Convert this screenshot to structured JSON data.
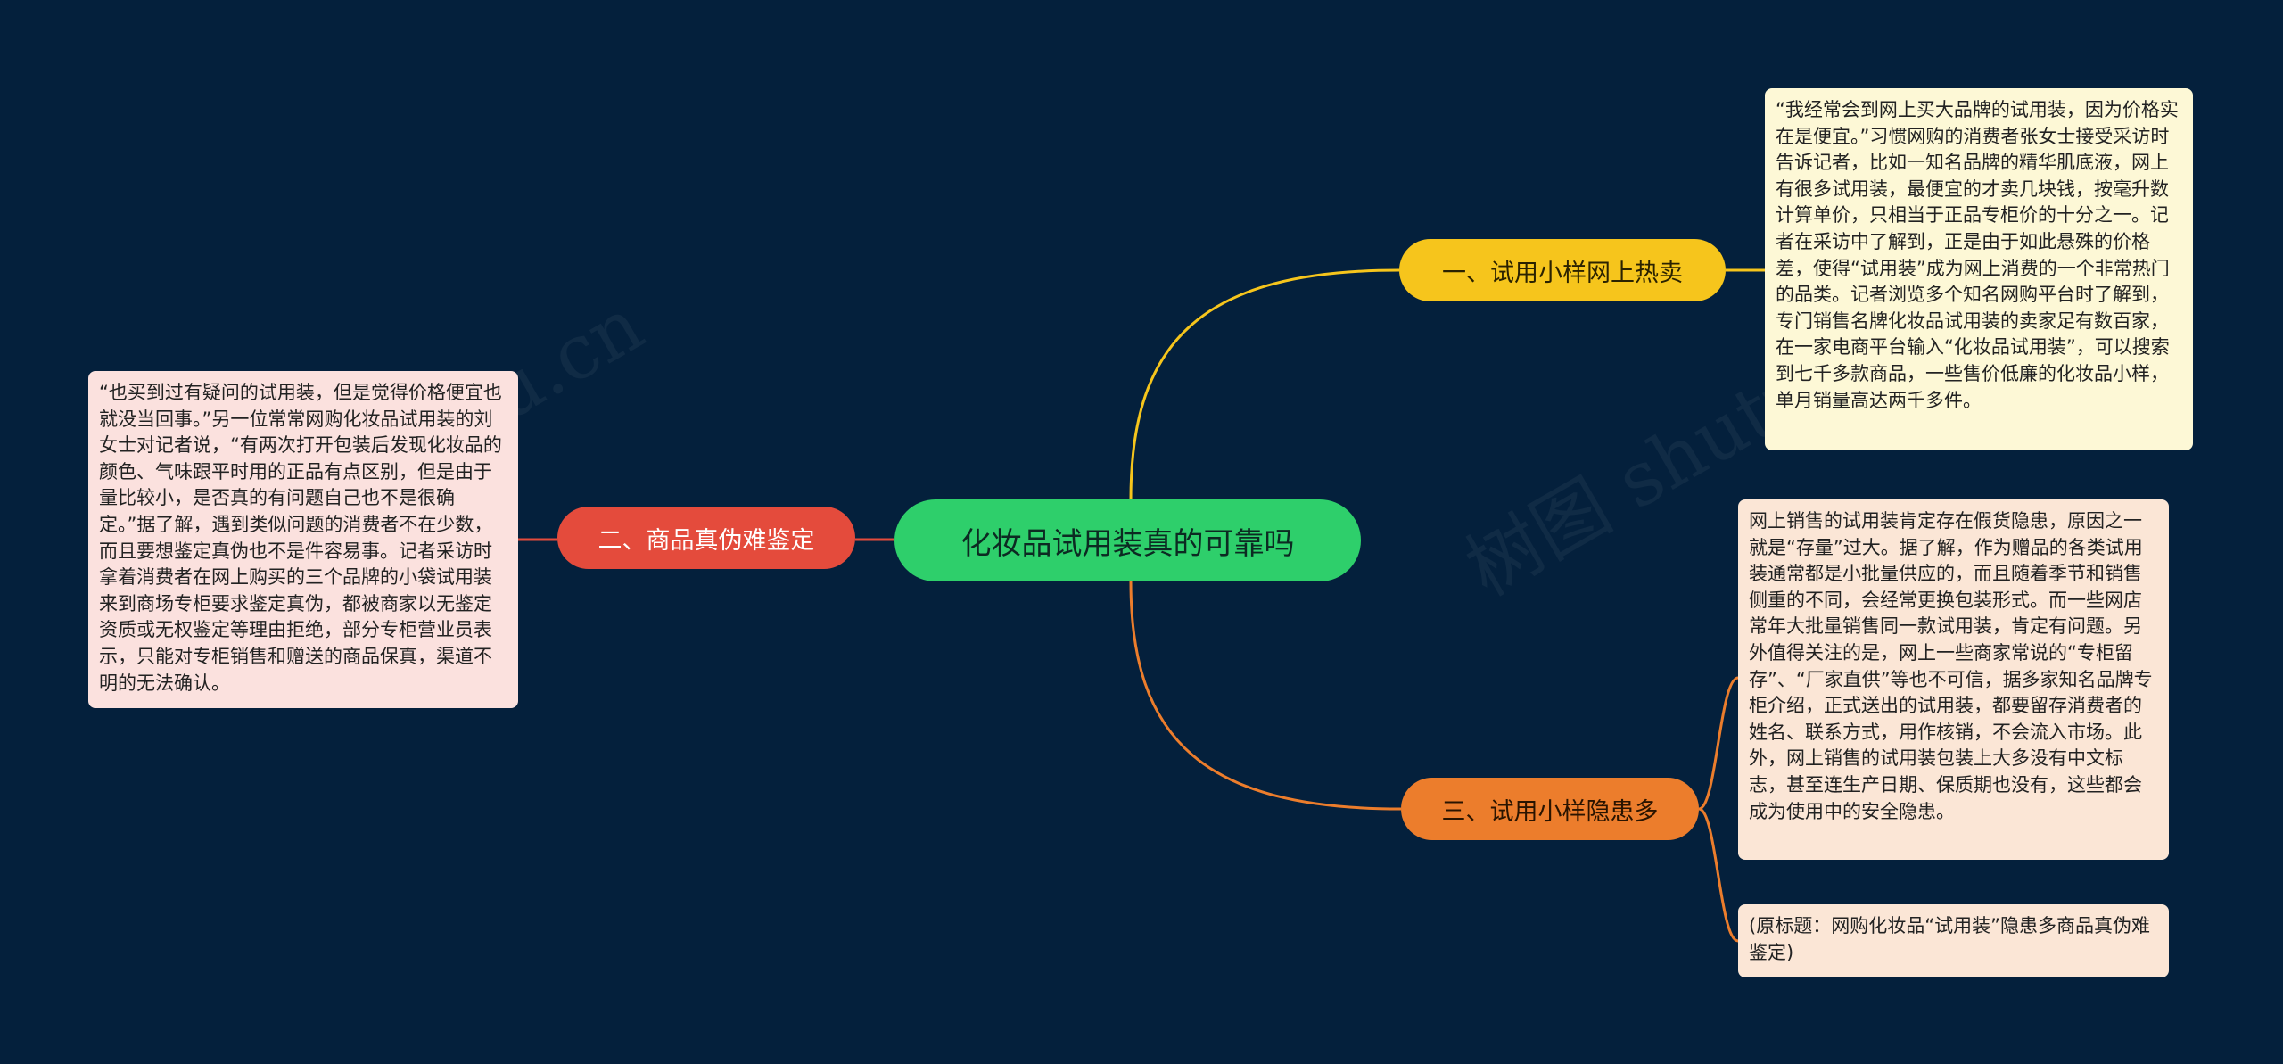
{
  "root": {
    "title": "化妆品试用装真的可靠吗",
    "color": "#2ecf6b"
  },
  "branches": [
    {
      "label": "一、试用小样网上热卖",
      "color": "#f6c51c",
      "notes": [
        "“我经常会到网上买大品牌的试用装，因为价格实在是便宜。”习惯网购的消费者张女士接受采访时告诉记者，比如一知名品牌的精华肌底液，网上有很多试用装，最便宜的才卖几块钱，按毫升数计算单价，只相当于正品专柜价的十分之一。记者在采访中了解到，正是由于如此悬殊的价格差，使得“试用装”成为网上消费的一个非常热门的品类。记者浏览多个知名网购平台时了解到，专门销售名牌化妆品试用装的卖家足有数百家，在一家电商平台输入“化妆品试用装”，可以搜索到七千多款商品，一些售价低廉的化妆品小样，单月销量高达两千多件。"
      ]
    },
    {
      "label": "二、商品真伪难鉴定",
      "color": "#e44b3c",
      "notes": [
        "“也买到过有疑问的试用装，但是觉得价格便宜也就没当回事。”另一位常常网购化妆品试用装的刘女士对记者说，“有两次打开包装后发现化妆品的颜色、气味跟平时用的正品有点区别，但是由于量比较小，是否真的有问题自己也不是很确定。”据了解，遇到类似问题的消费者不在少数，而且要想鉴定真伪也不是件容易事。记者采访时拿着消费者在网上购买的三个品牌的小袋试用装来到商场专柜要求鉴定真伪，都被商家以无鉴定资质或无权鉴定等理由拒绝，部分专柜营业员表示，只能对专柜销售和赠送的商品保真，渠道不明的无法确认。"
      ]
    },
    {
      "label": "三、试用小样隐患多",
      "color": "#ec7d2c",
      "notes": [
        "网上销售的试用装肯定存在假货隐患，原因之一就是“存量”过大。据了解，作为赠品的各类试用装通常都是小批量供应的，而且随着季节和销售侧重的不同，会经常更换包装形式。而一些网店常年大批量销售同一款试用装，肯定有问题。另外值得关注的是，网上一些商家常说的“专柜留存”、“厂家直供”等也不可信，据多家知名品牌专柜介绍，正式送出的试用装，都要留存消费者的姓名、联系方式，用作核销，不会流入市场。此外，网上销售的试用装包装上大多没有中文标志，甚至连生产日期、保质期也没有，这些都会成为使用中的安全隐患。",
        "(原标题：网购化妆品“试用装”隐患多商品真伪难鉴定)"
      ]
    }
  ],
  "watermarks": [
    "shutu.cn",
    "树图 shutu"
  ]
}
